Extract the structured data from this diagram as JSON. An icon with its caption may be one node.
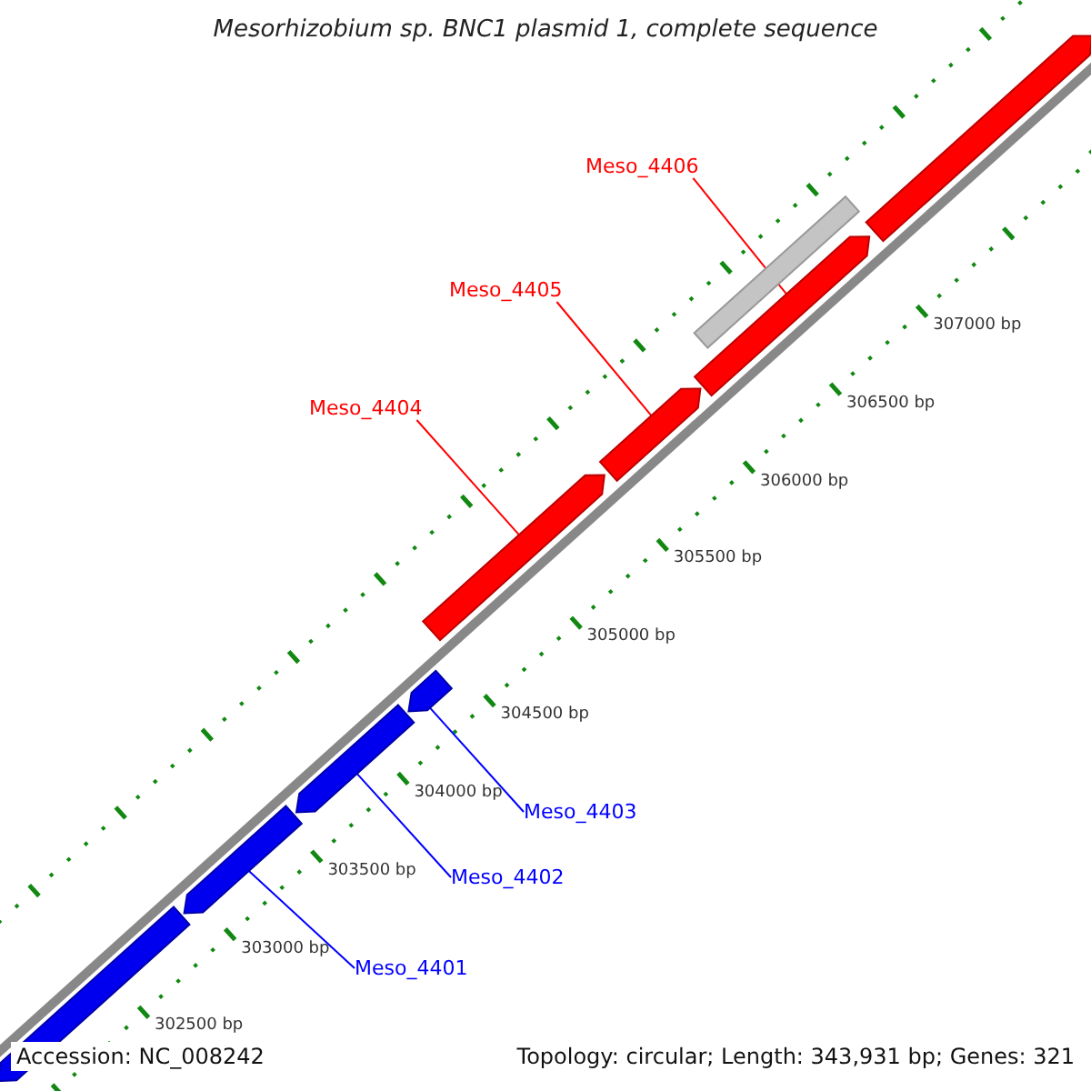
{
  "diagram": {
    "title": "Mesorhizobium sp. BNC1 plasmid 1, complete sequence",
    "nodes": [
      {
        "text": [
          "Meso_4406"
        ]
      },
      {
        "text": [
          "Meso_4405"
        ]
      },
      {
        "text": [
          "Meso_4404"
        ]
      },
      {
        "text": [
          "Meso_4403"
        ]
      },
      {
        "text": [
          "Meso_4402"
        ]
      },
      {
        "text": [
          "Meso_4401"
        ]
      },
      {
        "text": [],
        "shape": "arrow"
      },
      {
        "text": [],
        "shape": "arrow"
      },
      {
        "text": [],
        "shape": "arrow"
      },
      {
        "text": [],
        "shape": "arrow"
      },
      {
        "text": [],
        "shape": "arrow"
      },
      {
        "text": [],
        "shape": "arrow"
      },
      {
        "text": [],
        "shape": "bar"
      },
      {
        "text": [],
        "shape": "arrow"
      },
      {
        "text": [],
        "shape": "arrow"
      }
    ],
    "edges": [
      {
        "from": 0,
        "to": 13,
        "arrow": "none",
        "color": "#ff0000"
      },
      {
        "from": 1,
        "to": 11,
        "arrow": "none",
        "color": "#ff0000"
      },
      {
        "from": 2,
        "to": 10,
        "arrow": "none",
        "color": "#ff0000"
      },
      {
        "from": 3,
        "to": 9,
        "arrow": "none",
        "color": "#0000ff"
      },
      {
        "from": 4,
        "to": 8,
        "arrow": "none",
        "color": "#0000ff"
      },
      {
        "from": 5,
        "to": 7,
        "arrow": "none",
        "color": "#0000ff"
      }
    ],
    "labels": [
      "302500 bp",
      "303000 bp",
      "303500 bp",
      "304000 bp",
      "304500 bp",
      "305000 bp",
      "305500 bp",
      "306000 bp",
      "306500 bp",
      "307000 bp",
      "Accession: NC_008242",
      "Topology: circular; Length: 343,931 bp; Genes: 321"
    ]
  }
}
